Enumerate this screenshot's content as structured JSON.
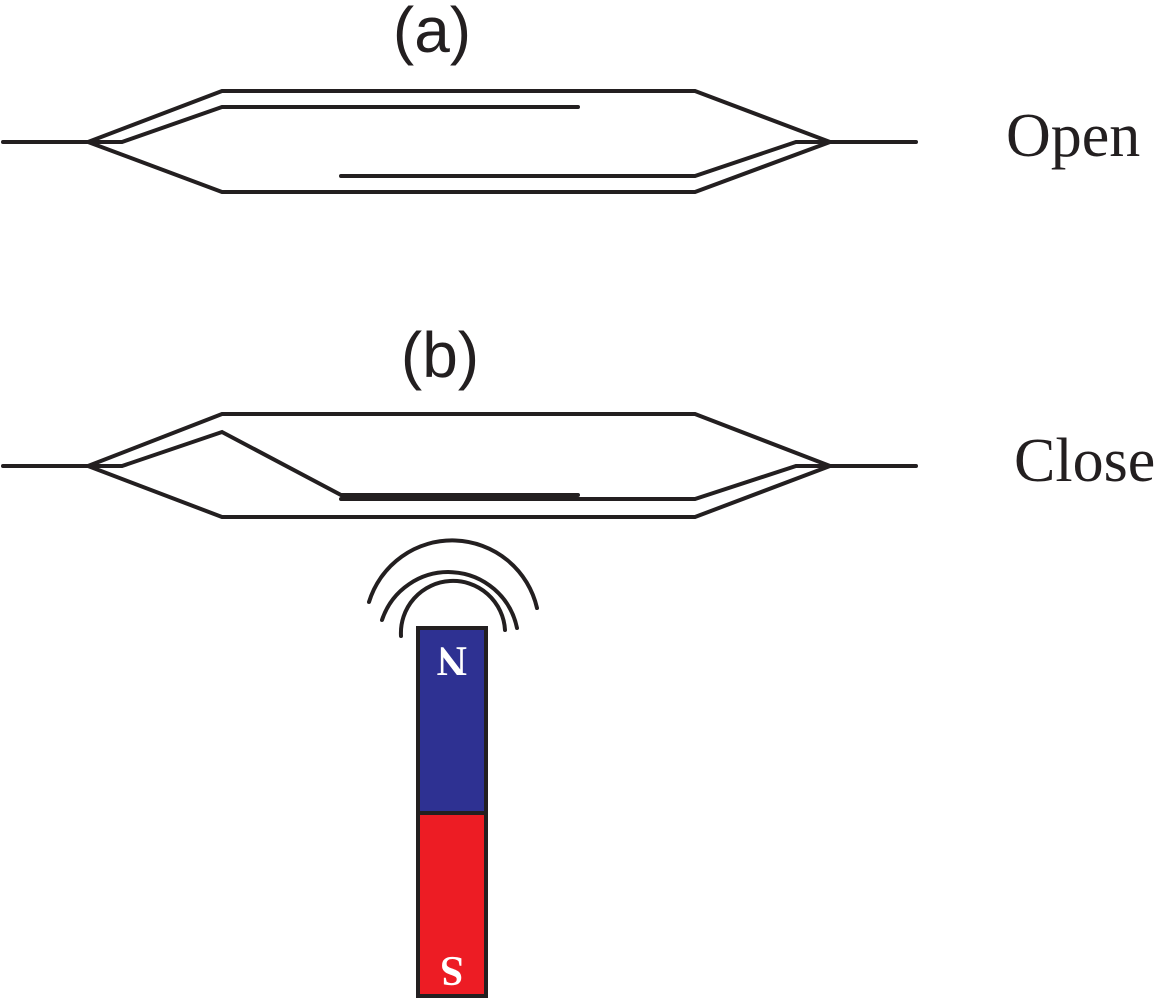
{
  "panels": [
    {
      "label": "(a)",
      "state": "Open"
    },
    {
      "label": "(b)",
      "state": "Close"
    }
  ],
  "magnet": {
    "north_label": "N",
    "south_label": "S",
    "north_color": "#2e3192",
    "south_color": "#ed1c24"
  },
  "line_color": "#231f20"
}
